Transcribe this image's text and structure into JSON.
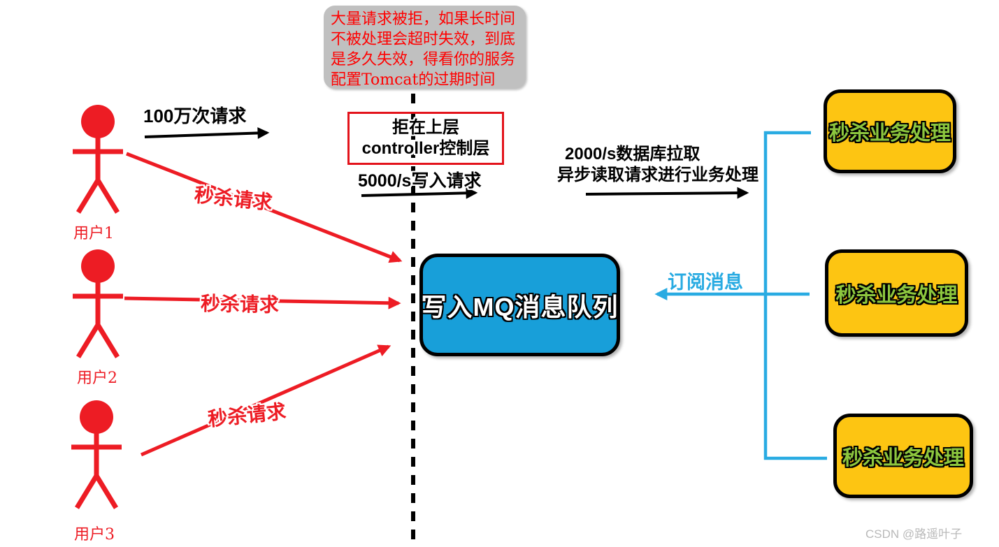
{
  "note_box": {
    "lines": [
      "大量请求被拒，如果长时间",
      "不被处理会超时失效，到底",
      "是多久失效，得看你的服务",
      "配置Tomcat的过期时间"
    ]
  },
  "reject_box": {
    "line1": "拒在上层",
    "line2": "controller控制层"
  },
  "flow_labels": {
    "million_requests": "100万次请求",
    "write_rate": "5000/s写入请求",
    "db_pull_line1": "2000/s数据库拉取",
    "db_pull_line2": "异步读取请求进行业务处理",
    "subscribe": "订阅消息"
  },
  "users": [
    {
      "label": "用户1",
      "request_label": "秒杀请求"
    },
    {
      "label": "用户2",
      "request_label": "秒杀请求"
    },
    {
      "label": "用户3",
      "request_label": "秒杀请求"
    }
  ],
  "mq_box": {
    "label": "写入MQ消息队列"
  },
  "workers": [
    {
      "label": "秒杀业务处理"
    },
    {
      "label": "秒杀业务处理"
    },
    {
      "label": "秒杀业务处理"
    }
  ],
  "watermark": "CSDN @路遥叶子",
  "colors": {
    "red": "#ed1c24",
    "note_bg": "#c0c0c0",
    "note_text": "#ff0000",
    "mq_blue": "#189fd9",
    "worker_yellow": "#fdc512",
    "worker_green": "#8cc63e",
    "connector_blue": "#29abe2"
  }
}
